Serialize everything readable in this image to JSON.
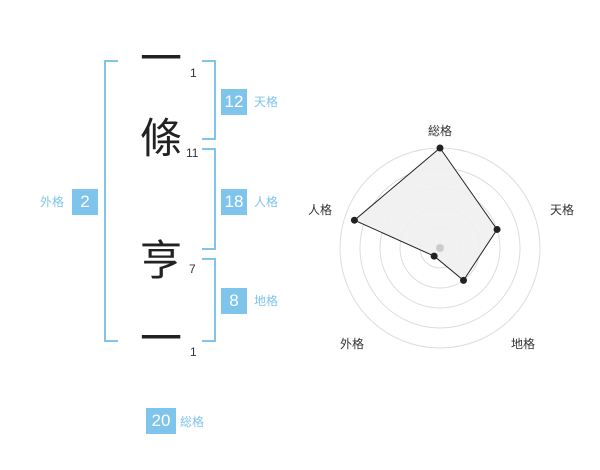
{
  "name": {
    "chars": [
      {
        "char": "一",
        "strokes": "1"
      },
      {
        "char": "條",
        "strokes": "11"
      },
      {
        "char": "亨",
        "strokes": "7"
      },
      {
        "char": "一",
        "strokes": "1"
      }
    ]
  },
  "kaku": {
    "tenkaku": {
      "value": "12",
      "label": "天格"
    },
    "jinkaku": {
      "value": "18",
      "label": "人格"
    },
    "chikaku": {
      "value": "8",
      "label": "地格"
    },
    "gaikaku": {
      "value": "2",
      "label": "外格"
    },
    "soukaku": {
      "value": "20",
      "label": "総格"
    }
  },
  "chart_data": {
    "type": "radar",
    "axes": [
      "総格",
      "天格",
      "地格",
      "外格",
      "人格"
    ],
    "values": [
      20,
      12,
      8,
      2,
      18
    ],
    "levels": 5,
    "range": [
      0,
      20
    ],
    "colors": {
      "fill": "#efefef",
      "stroke": "#222222",
      "grid": "#dddddd",
      "center": "#cccccc"
    }
  },
  "theme": {
    "accent": "#7fc4ea"
  }
}
